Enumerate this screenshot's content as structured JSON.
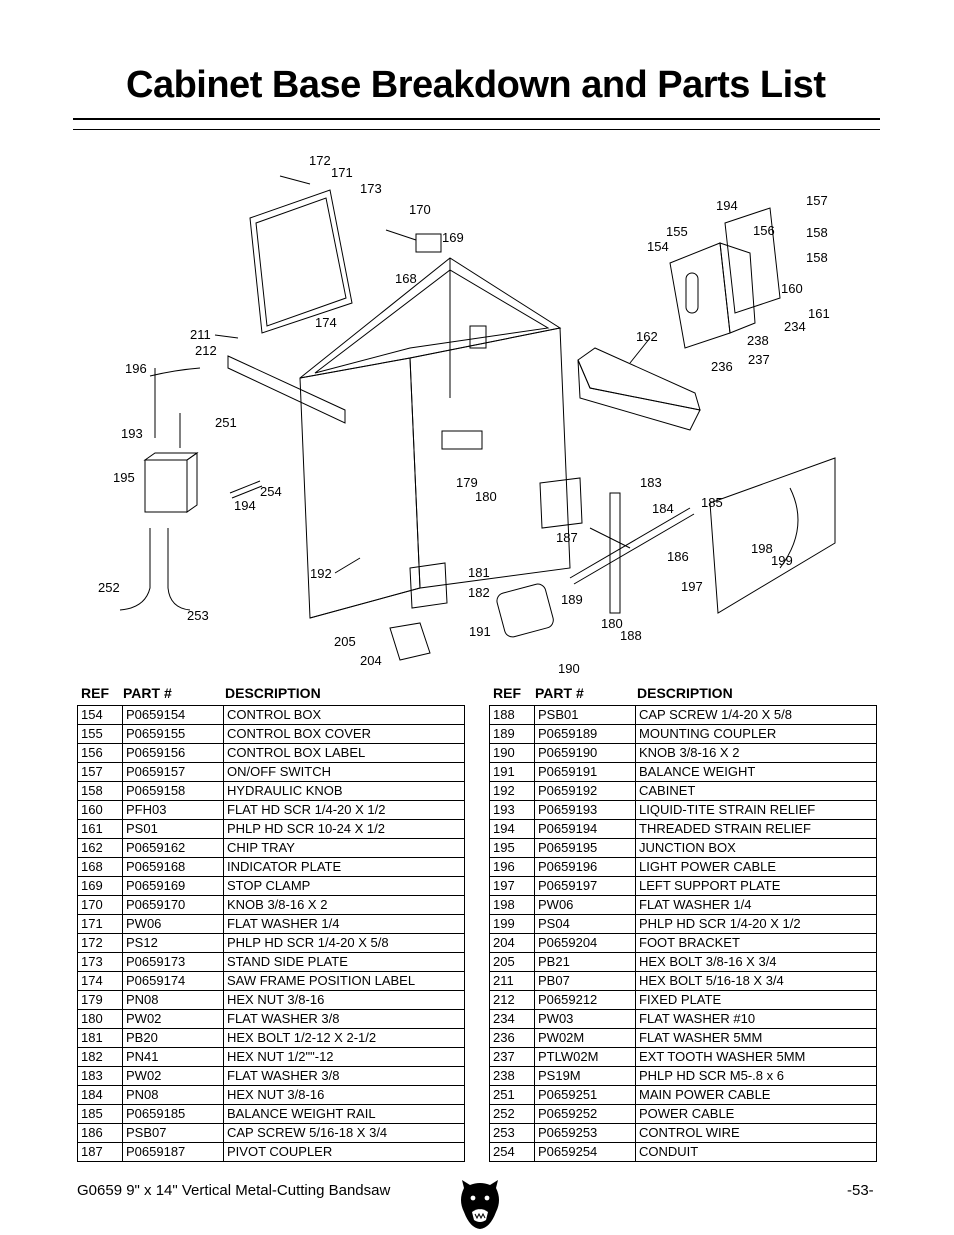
{
  "title": "Cabinet Base Breakdown and Parts List",
  "diagram_labels": [
    "172",
    "171",
    "173",
    "170",
    "169",
    "168",
    "174",
    "211",
    "212",
    "196",
    "193",
    "251",
    "195",
    "254",
    "194",
    "252",
    "253",
    "192",
    "205",
    "204",
    "179",
    "180",
    "181",
    "182",
    "191",
    "190",
    "187",
    "183",
    "184",
    "185",
    "186",
    "189",
    "180",
    "188",
    "197",
    "198",
    "199",
    "162",
    "236",
    "237",
    "238",
    "234",
    "161",
    "160",
    "158",
    "158",
    "157",
    "156",
    "194",
    "155",
    "154"
  ],
  "table_headers": {
    "ref": "REF",
    "part": "PART #",
    "desc": "DESCRIPTION"
  },
  "left_table": [
    {
      "ref": "154",
      "part": "P0659154",
      "desc": "CONTROL BOX"
    },
    {
      "ref": "155",
      "part": "P0659155",
      "desc": "CONTROL BOX COVER"
    },
    {
      "ref": "156",
      "part": "P0659156",
      "desc": "CONTROL BOX LABEL"
    },
    {
      "ref": "157",
      "part": "P0659157",
      "desc": "ON/OFF SWITCH"
    },
    {
      "ref": "158",
      "part": "P0659158",
      "desc": "HYDRAULIC KNOB"
    },
    {
      "ref": "160",
      "part": "PFH03",
      "desc": "FLAT HD SCR 1/4-20 X 1/2"
    },
    {
      "ref": "161",
      "part": "PS01",
      "desc": "PHLP HD SCR 10-24 X 1/2"
    },
    {
      "ref": "162",
      "part": "P0659162",
      "desc": "CHIP TRAY"
    },
    {
      "ref": "168",
      "part": "P0659168",
      "desc": "INDICATOR PLATE"
    },
    {
      "ref": "169",
      "part": "P0659169",
      "desc": "STOP CLAMP"
    },
    {
      "ref": "170",
      "part": "P0659170",
      "desc": "KNOB 3/8-16 X 2"
    },
    {
      "ref": "171",
      "part": "PW06",
      "desc": "FLAT WASHER 1/4"
    },
    {
      "ref": "172",
      "part": "PS12",
      "desc": "PHLP HD SCR 1/4-20 X 5/8"
    },
    {
      "ref": "173",
      "part": "P0659173",
      "desc": "STAND SIDE PLATE"
    },
    {
      "ref": "174",
      "part": "P0659174",
      "desc": "SAW FRAME POSITION LABEL"
    },
    {
      "ref": "179",
      "part": "PN08",
      "desc": "HEX NUT 3/8-16"
    },
    {
      "ref": "180",
      "part": "PW02",
      "desc": "FLAT WASHER 3/8"
    },
    {
      "ref": "181",
      "part": "PB20",
      "desc": "HEX BOLT 1/2-12 X 2-1/2"
    },
    {
      "ref": "182",
      "part": "PN41",
      "desc": "HEX NUT 1/2\"\"-12"
    },
    {
      "ref": "183",
      "part": "PW02",
      "desc": "FLAT WASHER 3/8"
    },
    {
      "ref": "184",
      "part": "PN08",
      "desc": "HEX NUT 3/8-16"
    },
    {
      "ref": "185",
      "part": "P0659185",
      "desc": "BALANCE WEIGHT RAIL"
    },
    {
      "ref": "186",
      "part": "PSB07",
      "desc": "CAP SCREW 5/16-18 X 3/4"
    },
    {
      "ref": "187",
      "part": "P0659187",
      "desc": "PIVOT COUPLER"
    }
  ],
  "right_table": [
    {
      "ref": "188",
      "part": "PSB01",
      "desc": "CAP SCREW 1/4-20 X 5/8"
    },
    {
      "ref": "189",
      "part": "P0659189",
      "desc": "MOUNTING COUPLER"
    },
    {
      "ref": "190",
      "part": "P0659190",
      "desc": "KNOB 3/8-16 X 2"
    },
    {
      "ref": "191",
      "part": "P0659191",
      "desc": "BALANCE WEIGHT"
    },
    {
      "ref": "192",
      "part": "P0659192",
      "desc": "CABINET"
    },
    {
      "ref": "193",
      "part": "P0659193",
      "desc": "LIQUID-TITE STRAIN RELIEF"
    },
    {
      "ref": "194",
      "part": "P0659194",
      "desc": "THREADED STRAIN RELIEF"
    },
    {
      "ref": "195",
      "part": "P0659195",
      "desc": "JUNCTION BOX"
    },
    {
      "ref": "196",
      "part": "P0659196",
      "desc": "LIGHT  POWER  CABLE"
    },
    {
      "ref": "197",
      "part": "P0659197",
      "desc": "LEFT SUPPORT PLATE"
    },
    {
      "ref": "198",
      "part": "PW06",
      "desc": "FLAT WASHER 1/4"
    },
    {
      "ref": "199",
      "part": "PS04",
      "desc": "PHLP HD SCR 1/4-20 X 1/2"
    },
    {
      "ref": "204",
      "part": "P0659204",
      "desc": "FOOT BRACKET"
    },
    {
      "ref": "205",
      "part": "PB21",
      "desc": "HEX BOLT 3/8-16 X 3/4"
    },
    {
      "ref": "211",
      "part": "PB07",
      "desc": "HEX BOLT 5/16-18 X 3/4"
    },
    {
      "ref": "212",
      "part": "P0659212",
      "desc": "FIXED PLATE"
    },
    {
      "ref": "234",
      "part": "PW03",
      "desc": "FLAT WASHER #10"
    },
    {
      "ref": "236",
      "part": "PW02M",
      "desc": "FLAT WASHER 5MM"
    },
    {
      "ref": "237",
      "part": "PTLW02M",
      "desc": "EXT TOOTH WASHER 5MM"
    },
    {
      "ref": "238",
      "part": "PS19M",
      "desc": "PHLP HD SCR M5-.8 x 6"
    },
    {
      "ref": "251",
      "part": "P0659251",
      "desc": "MAIN POWER CABLE"
    },
    {
      "ref": "252",
      "part": "P0659252",
      "desc": "POWER CABLE"
    },
    {
      "ref": "253",
      "part": "P0659253",
      "desc": "CONTROL WIRE"
    },
    {
      "ref": "254",
      "part": "P0659254",
      "desc": "CONDUIT"
    }
  ],
  "footer": {
    "left": "G0659 9\" x 14\" Vertical Metal-Cutting Bandsaw",
    "page": "-53-"
  },
  "logo_icon": "grizzly-bear-logo-icon"
}
